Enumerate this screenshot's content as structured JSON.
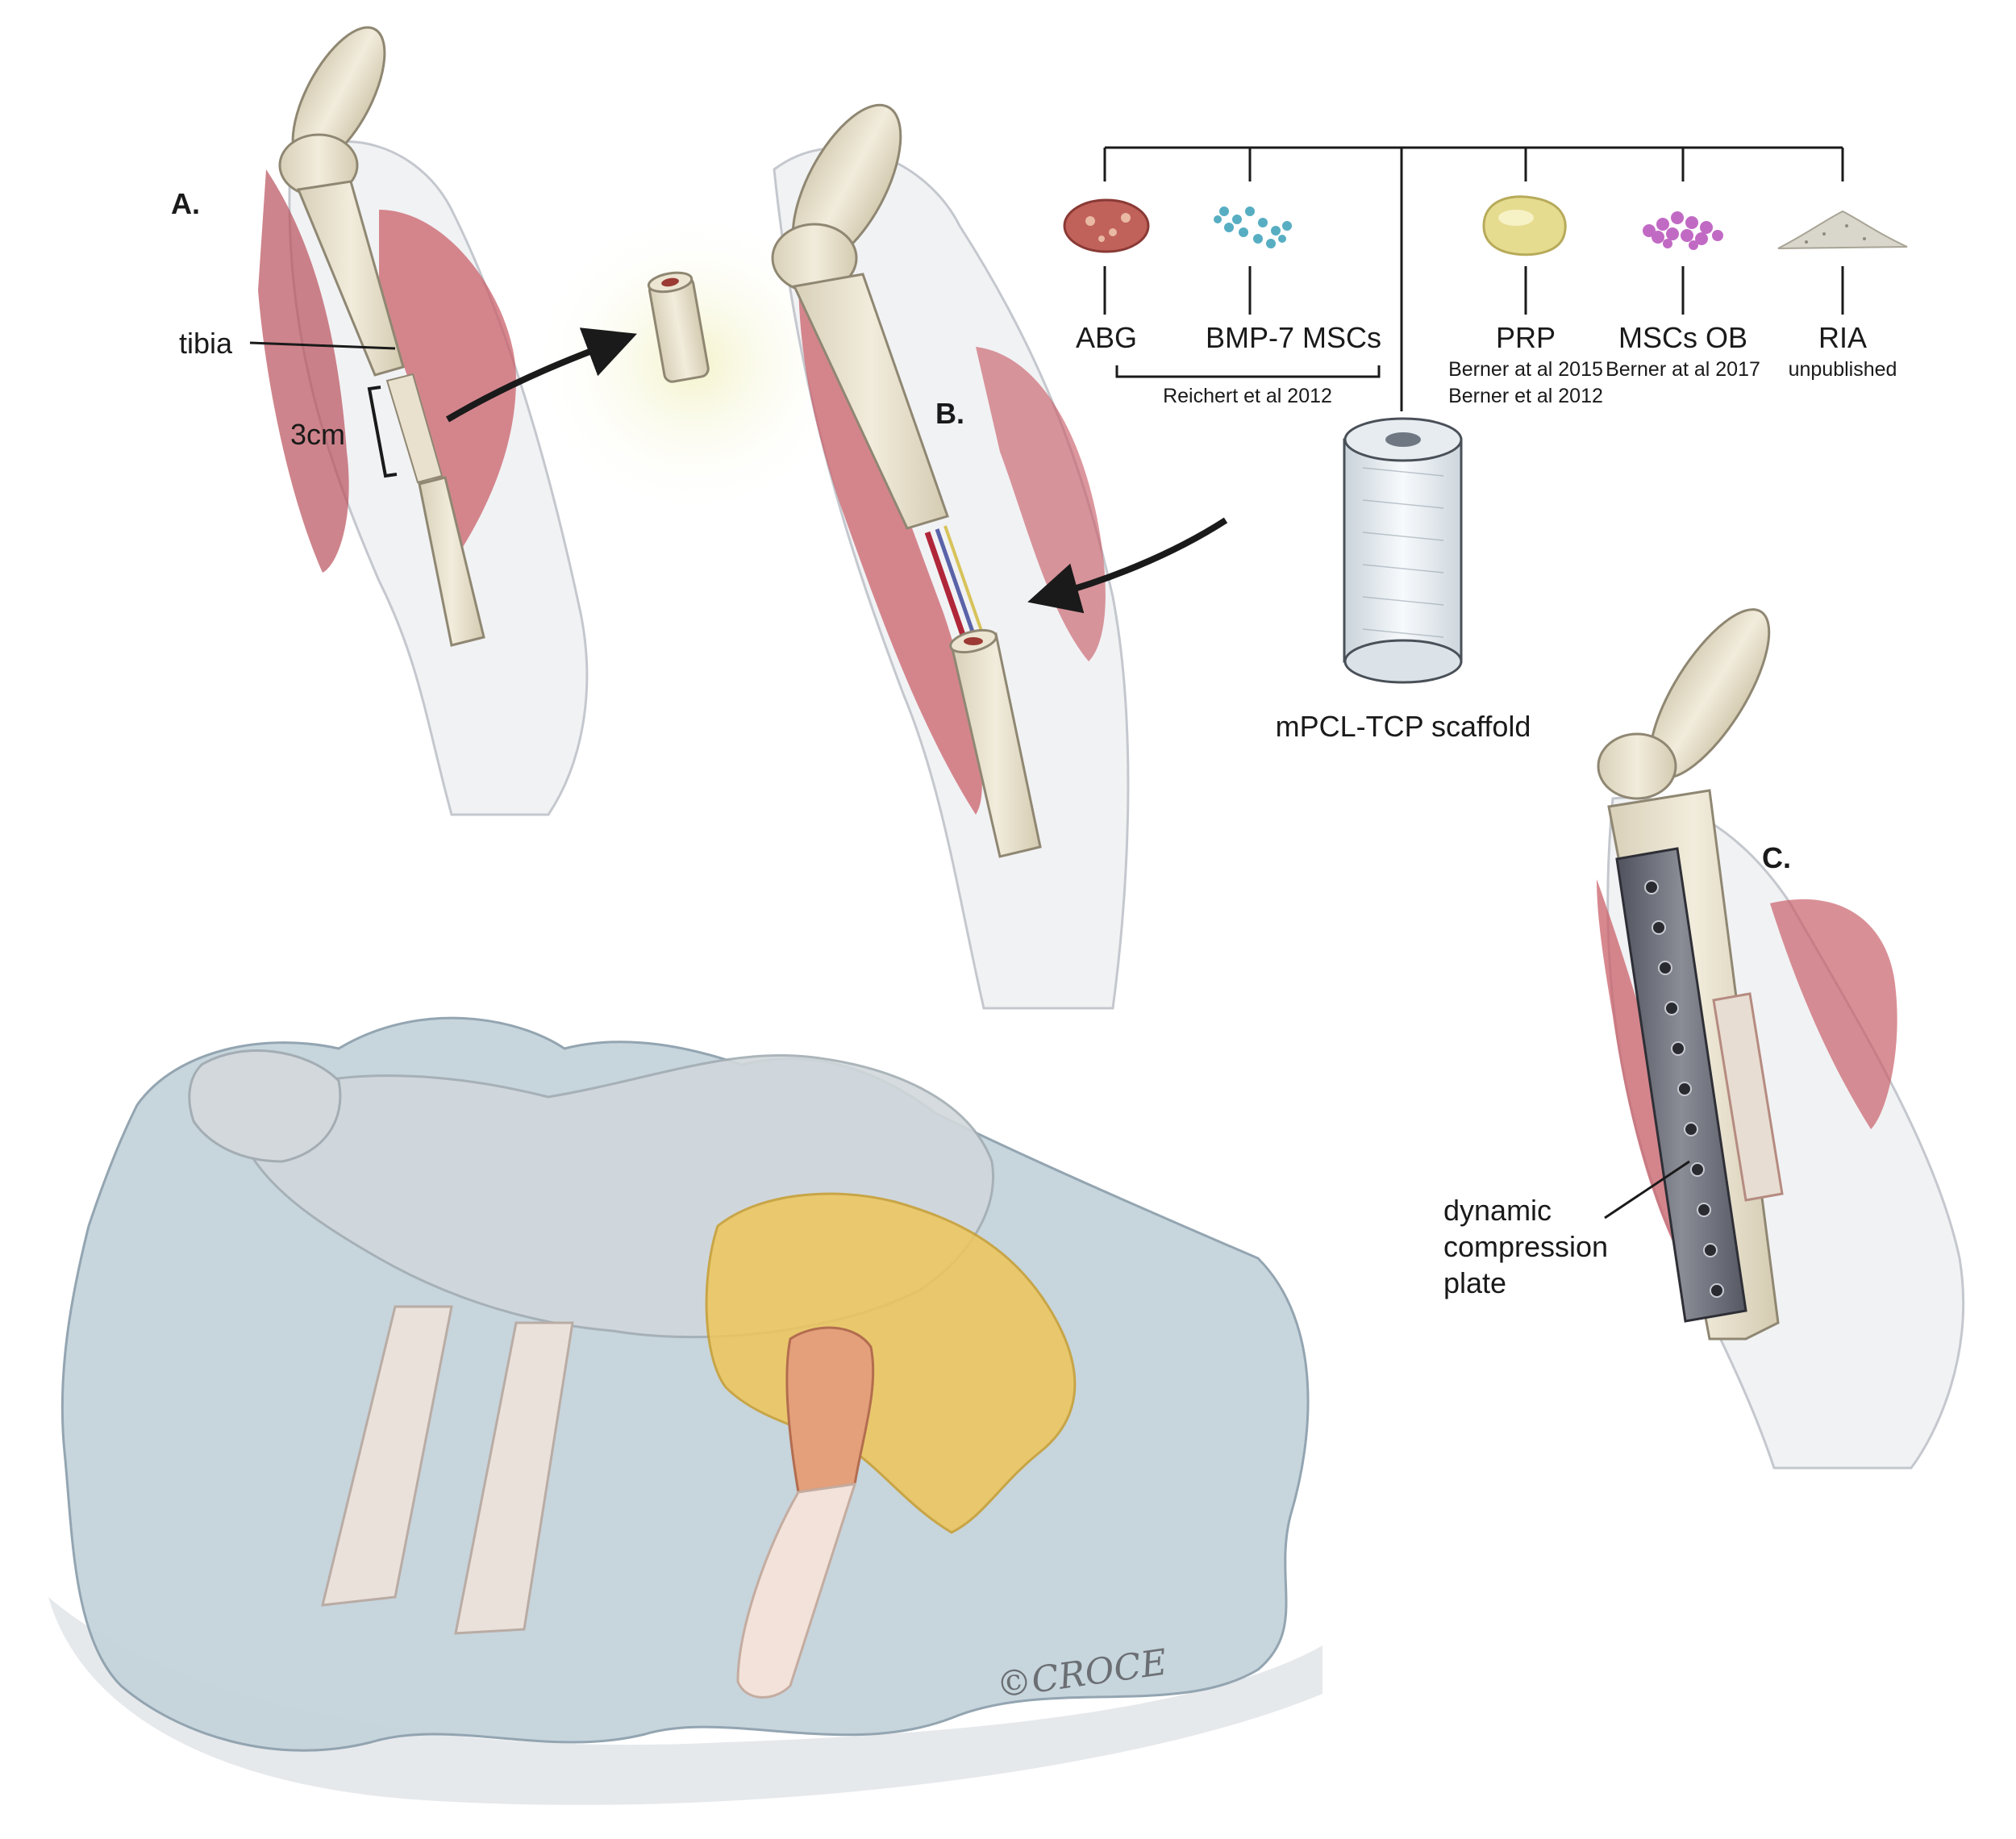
{
  "panels": {
    "a": "A.",
    "b": "B.",
    "c": "C."
  },
  "labels": {
    "tibia": "tibia",
    "defect_length": "3cm",
    "scaffold": "mPCL-TCP scaffold",
    "plate": [
      "dynamic",
      "compression",
      "plate"
    ],
    "signature": "©CROCE"
  },
  "options": [
    {
      "name": "ABG",
      "color": "#c0615a"
    },
    {
      "name": "BMP-7",
      "color": "#57aec2"
    },
    {
      "name": "MSCs",
      "color": ""
    },
    {
      "name": "PRP",
      "color": "#e6dc8f",
      "refs": [
        "Berner at al 2015",
        "Berner et al 2012"
      ]
    },
    {
      "name": "MSCs OB",
      "color": "#c16ac4",
      "refs": [
        "Berner at al 2017"
      ]
    },
    {
      "name": "RIA",
      "color": "#d9d6cc",
      "refs": [
        "unpublished"
      ]
    }
  ],
  "group_ref": "Reichert et al 2012",
  "colors": {
    "muscle": "#c9606a",
    "bone": "#ece5d2",
    "drape": "#c5d3dc",
    "yellow_drape": "#efc65a",
    "plate": "#6d6f7a"
  }
}
